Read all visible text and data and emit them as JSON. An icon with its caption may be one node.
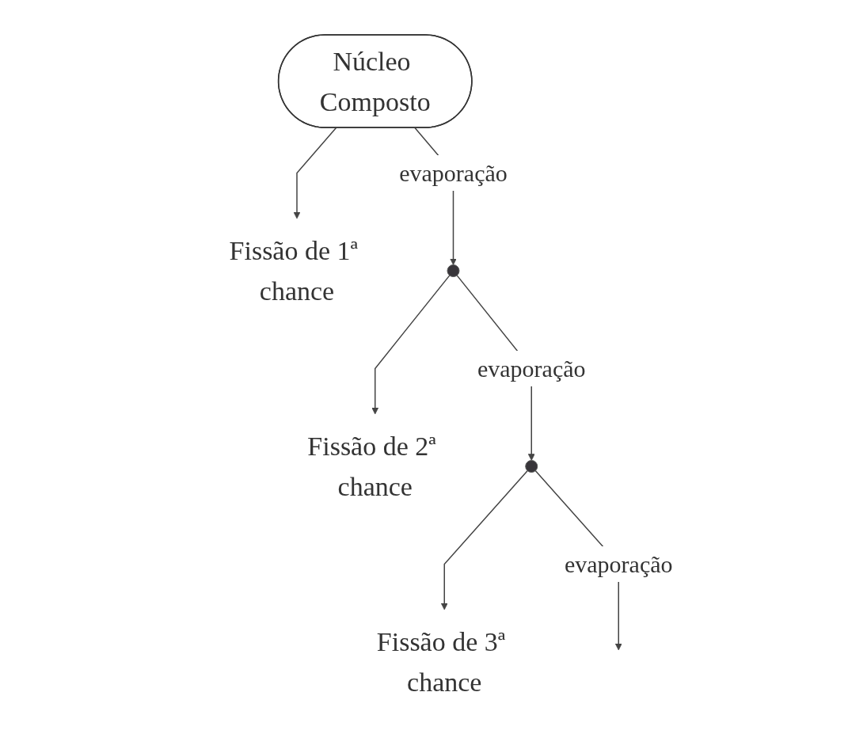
{
  "diagram": {
    "nodes": [
      {
        "text": [
          "Núcleo Composto"
        ]
      },
      {
        "text": [
          "Fissão de 1ª chance"
        ]
      },
      {
        "text": [],
        "shape": "circle"
      },
      {
        "text": [
          "Fissão de 2ª chance"
        ]
      },
      {
        "text": [],
        "shape": "circle"
      },
      {
        "text": [
          "Fissão de 3ª chance"
        ]
      }
    ],
    "edges": [
      {
        "from": 0,
        "to": 1,
        "arrow": "to"
      },
      {
        "from": 0,
        "to": 2,
        "arrow": "to",
        "label": "evaporação"
      },
      {
        "from": 2,
        "to": 3,
        "arrow": "to"
      },
      {
        "from": 2,
        "to": 4,
        "arrow": "to",
        "label": "evaporação"
      },
      {
        "from": 4,
        "to": 5,
        "arrow": "to"
      },
      {
        "from": 4,
        "to": null,
        "arrow": "to",
        "label": "evaporação"
      }
    ]
  }
}
